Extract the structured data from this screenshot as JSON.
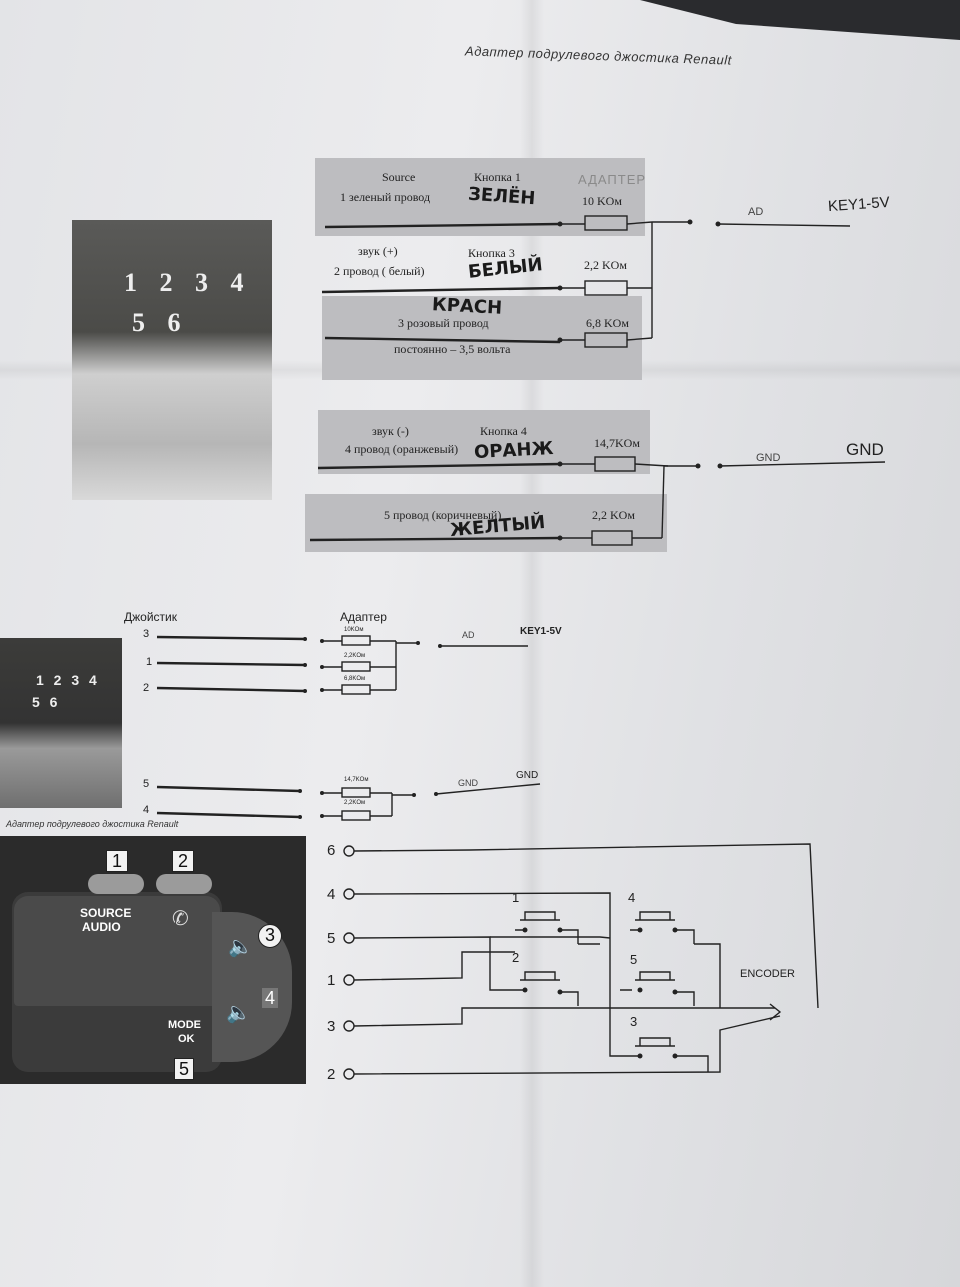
{
  "header": {
    "title": "Адаптер подрулевого джостика Renault"
  },
  "top_schematic": {
    "rows": [
      {
        "line1": "Source",
        "line2": "1  зеленый провод",
        "button": "Кнопка 1",
        "handwritten": "ЗЕЛЁН",
        "resistor": "10  KOм",
        "header": "АДАПТЕР"
      },
      {
        "line1": "звук (+)",
        "line2": "2 провод  ( белый)",
        "button": "Кнопка 3",
        "handwritten": "БЕЛЫЙ",
        "resistor": "2,2 KOм"
      },
      {
        "line1": "3  розовый провод",
        "line2": "постоянно – 3,5 вольта",
        "handwritten": "КРАСН",
        "resistor": "6,8 KOм"
      },
      {
        "line1": "звук (-)",
        "line2": "4 провод (оранжевый)",
        "button": "Кнопка  4",
        "handwritten": "ОРАНЖ",
        "resistor": "14,7KOм"
      },
      {
        "line1": "5 провод (коричневый)",
        "handwritten": "ЖЕЛТЫЙ",
        "resistor": "2,2 KOм"
      }
    ],
    "out_ad": "AD",
    "out_key": "KEY1-5V",
    "out_gnd_small": "GND",
    "out_gnd": "GND",
    "connector_digits_top": "1 2 3 4",
    "connector_digits_bottom": "5 6"
  },
  "mid_schematic": {
    "joystick_label": "Джойстик",
    "adapter_label": "Адаптер",
    "pins": [
      "3",
      "1",
      "2",
      "5",
      "4"
    ],
    "resistors": [
      "10KOм",
      "2,2KOм",
      "6,8KOм",
      "14,7KOм",
      "2,2KOм"
    ],
    "out_ad": "AD",
    "out_key": "KEY1-5V",
    "out_gnd_small": "GND",
    "out_gnd": "GND",
    "caption": "Адаптер подрулевого джостика Renault",
    "connector_digits_top": "1 2 3 4",
    "connector_digits_bottom": "5 6"
  },
  "photo": {
    "source_label": "SOURCE",
    "audio_label": "AUDIO",
    "mode_label": "MODE",
    "ok_label": "OK",
    "callouts": [
      "1",
      "2",
      "3",
      "4",
      "5"
    ]
  },
  "encoder_schematic": {
    "pins": [
      "6",
      "4",
      "5",
      "1",
      "3",
      "2"
    ],
    "switches": [
      "1",
      "4",
      "2",
      "5",
      "3"
    ],
    "encoder_label": "ENCODER"
  }
}
